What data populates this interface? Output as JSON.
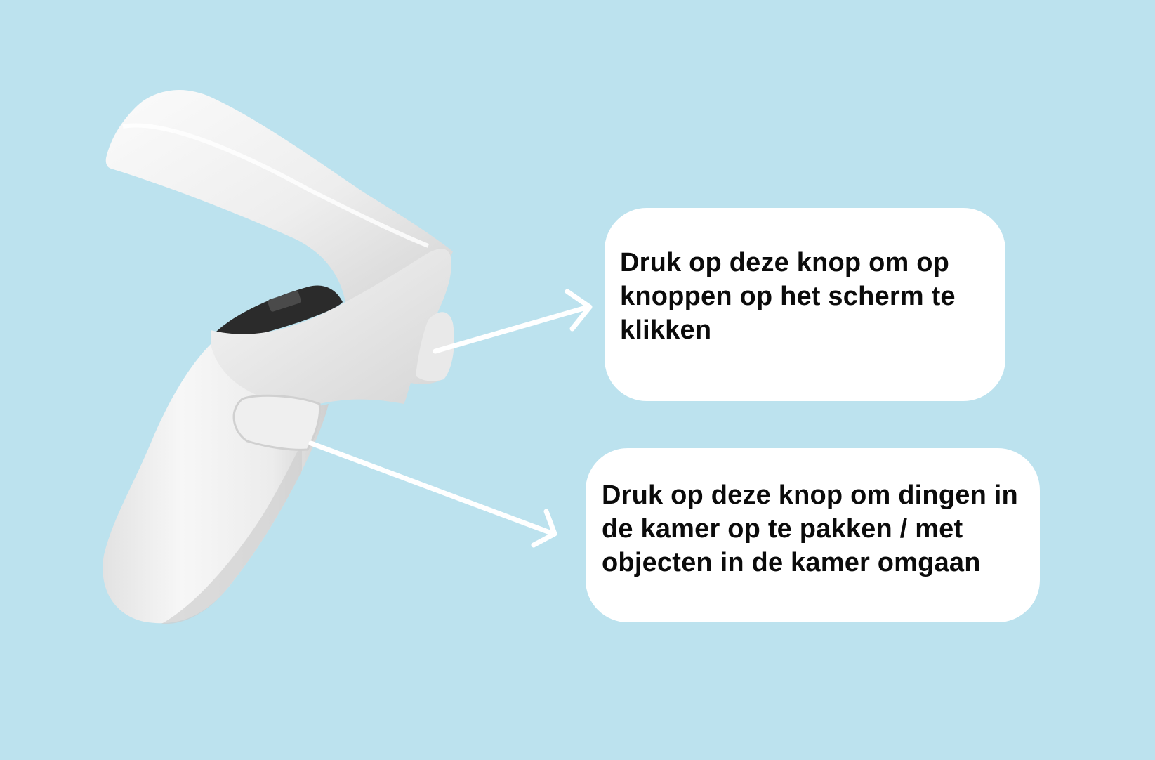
{
  "background_color": "#bce2ee",
  "illustration": {
    "icon": "vr-controller-icon",
    "color": "#f0f0f0",
    "shadow_color": "#c9c9c9",
    "dark_color": "#2b2b2b"
  },
  "callouts": [
    {
      "id": "trigger",
      "text": "Druk op deze knop om op knoppen op het scherm te klikken",
      "points_to": "trigger-button"
    },
    {
      "id": "grip",
      "text": "Druk op deze knop om dingen in de kamer op te pakken /  met objecten in de kamer omgaan",
      "points_to": "grip-button"
    }
  ],
  "arrow_color": "#ffffff"
}
